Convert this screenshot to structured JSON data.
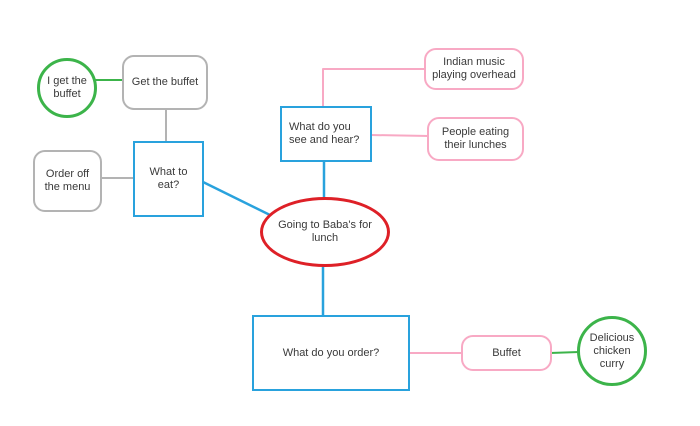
{
  "diagram": {
    "type": "mind-map",
    "background": "#FFFFFF",
    "colors": {
      "blue_accent": "#29A2DD",
      "red_accent": "#DE2027",
      "green_accent": "#3CB44A",
      "pink_accent": "#F8A9C4",
      "gray_accent": "#B3B3B3",
      "text": "#3A3A3A"
    },
    "nodes": {
      "center": {
        "label": "Going to Baba's for\nlunch",
        "shape": "ellipse",
        "color": "red"
      },
      "what_to_eat": {
        "label": "What to\neat?",
        "shape": "rectangle",
        "color": "blue"
      },
      "get_the_buffet": {
        "label": "Get the buffet",
        "shape": "rounded-rectangle",
        "color": "gray"
      },
      "i_get_the_buffet": {
        "label": "I get the\nbuffet",
        "shape": "circle",
        "color": "green"
      },
      "order_off_the_menu": {
        "label": "Order off\nthe menu",
        "shape": "rounded-rectangle",
        "color": "gray"
      },
      "see_and_hear": {
        "label": "What do you\nsee and hear?",
        "shape": "rectangle",
        "color": "blue"
      },
      "indian_music": {
        "label": "Indian music\nplaying overhead",
        "shape": "rounded-rectangle",
        "color": "pink"
      },
      "people_eating": {
        "label": "People eating\ntheir lunches",
        "shape": "rounded-rectangle",
        "color": "pink"
      },
      "what_do_you_order": {
        "label": "What do you order?",
        "shape": "rectangle",
        "color": "blue"
      },
      "buffet": {
        "label": "Buffet",
        "shape": "rounded-rectangle",
        "color": "pink"
      },
      "delicious_chicken_curry": {
        "label": "Delicious\nchicken\ncurry",
        "shape": "circle",
        "color": "green"
      }
    },
    "connections": [
      {
        "from": "i_get_the_buffet",
        "to": "get_the_buffet",
        "color": "green"
      },
      {
        "from": "get_the_buffet",
        "to": "what_to_eat",
        "color": "gray"
      },
      {
        "from": "order_off_the_menu",
        "to": "what_to_eat",
        "color": "gray"
      },
      {
        "from": "what_to_eat",
        "to": "center",
        "color": "blue"
      },
      {
        "from": "indian_music",
        "to": "see_and_hear",
        "color": "pink"
      },
      {
        "from": "people_eating",
        "to": "see_and_hear",
        "color": "pink"
      },
      {
        "from": "see_and_hear",
        "to": "center",
        "color": "blue"
      },
      {
        "from": "center",
        "to": "what_do_you_order",
        "color": "blue"
      },
      {
        "from": "what_do_you_order",
        "to": "buffet",
        "color": "pink"
      },
      {
        "from": "buffet",
        "to": "delicious_chicken_curry",
        "color": "green"
      }
    ]
  }
}
